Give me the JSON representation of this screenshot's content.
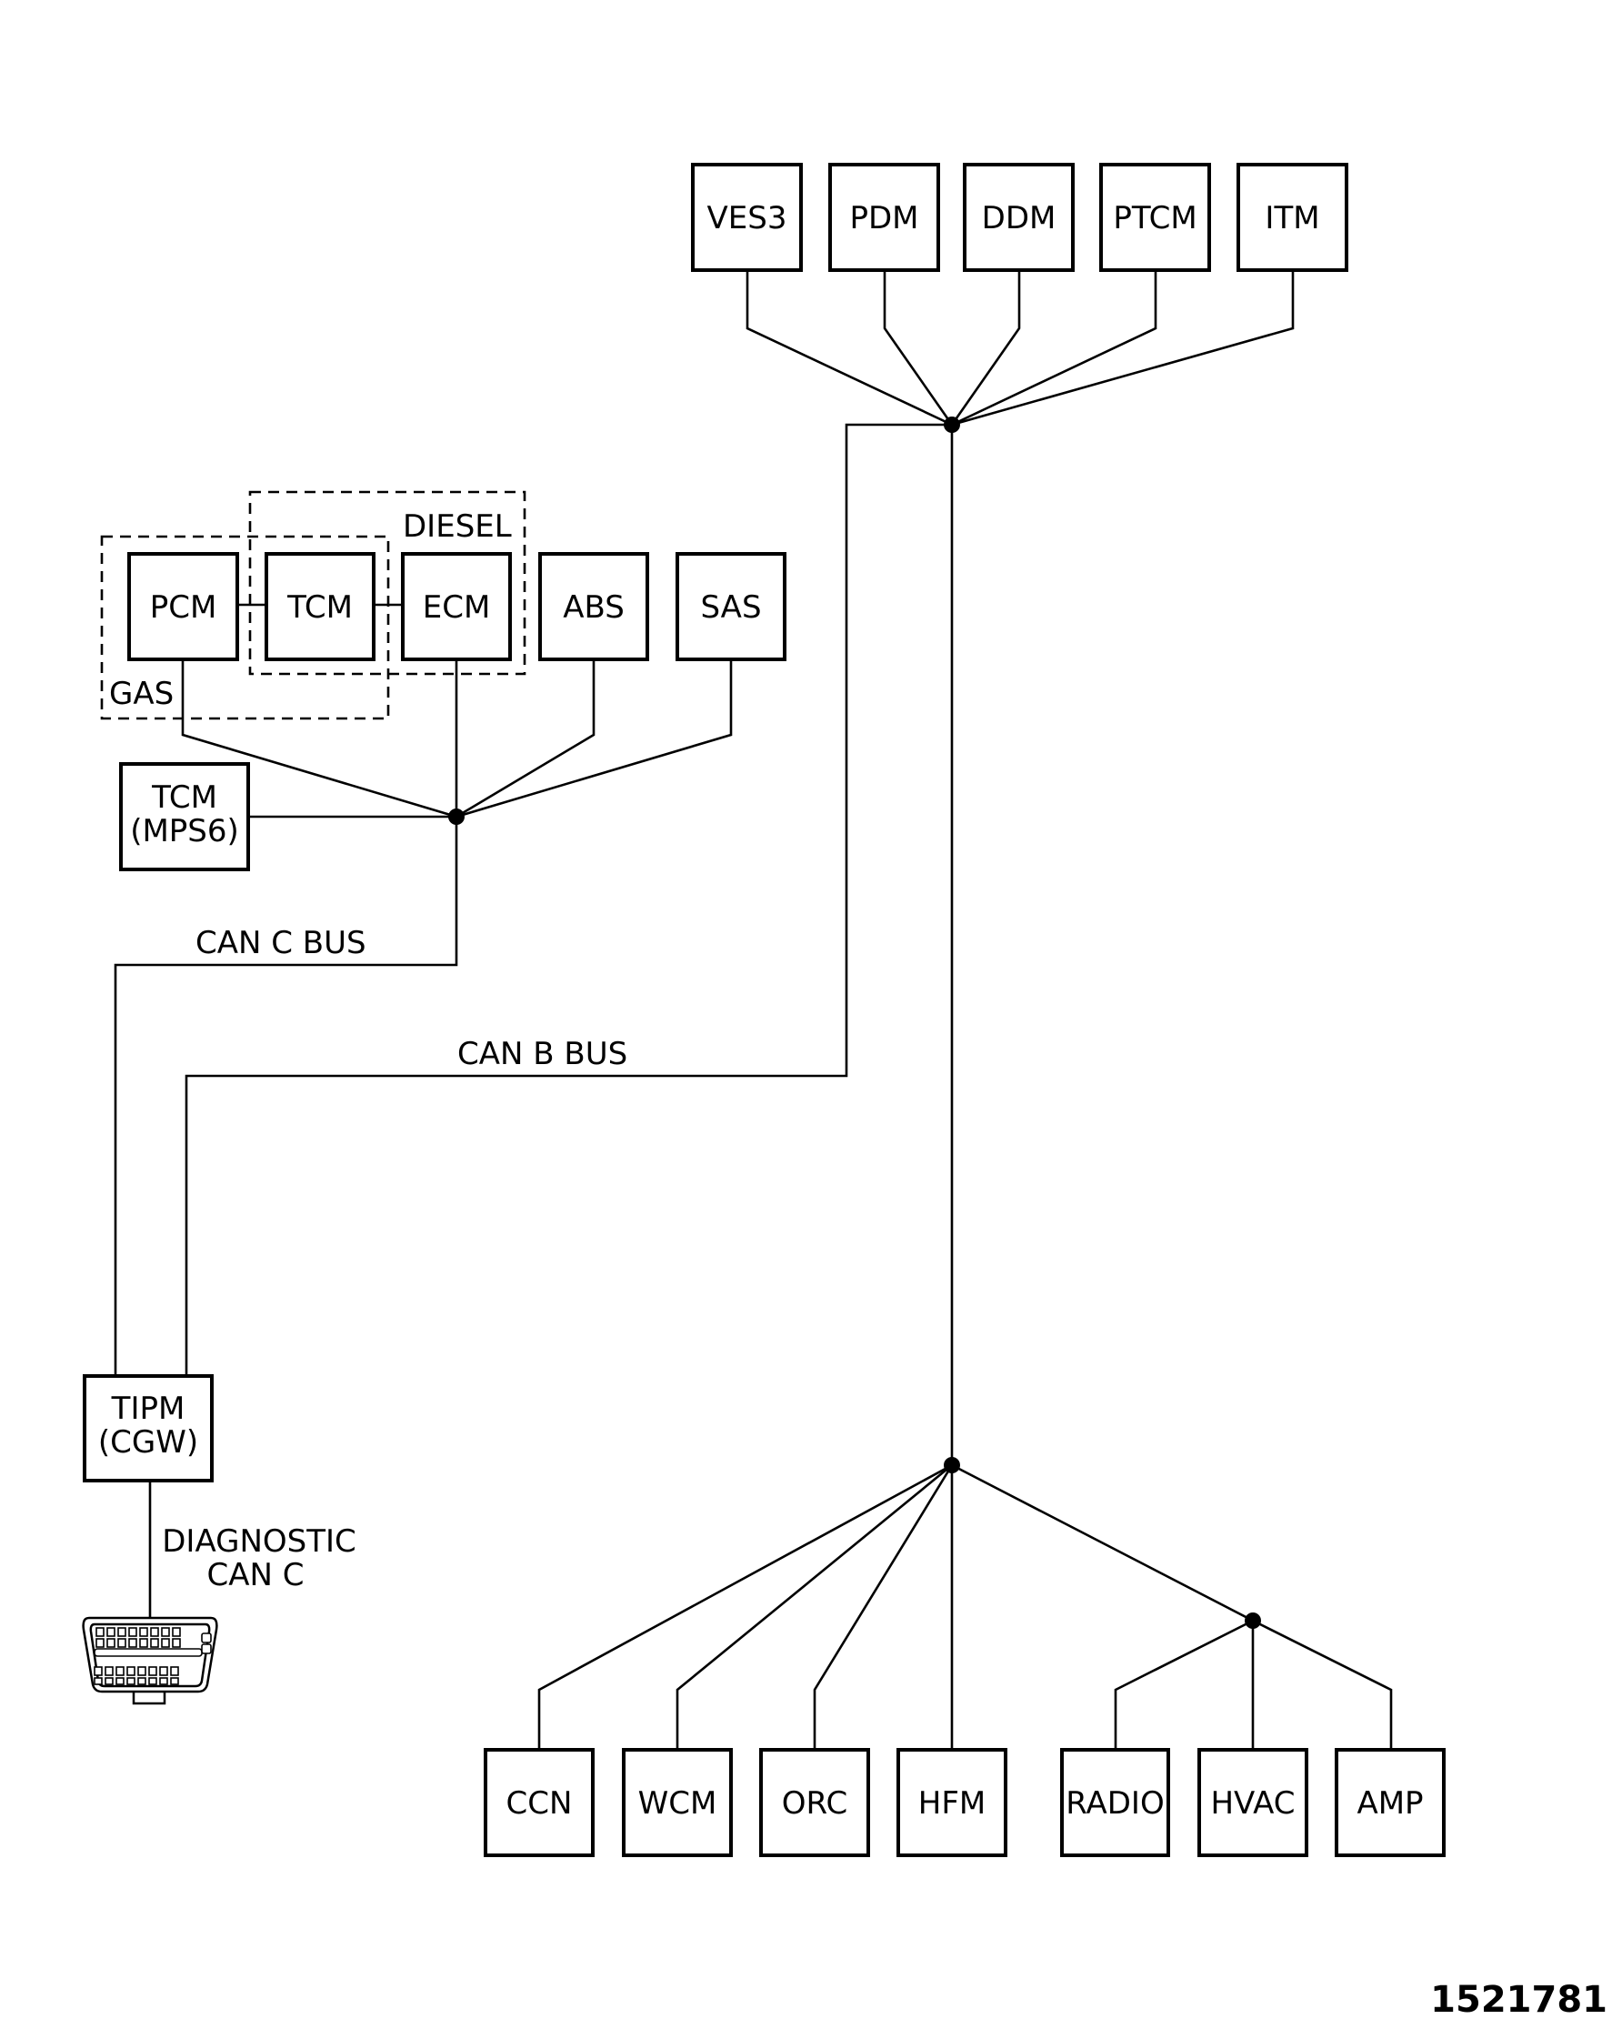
{
  "modules": {
    "ves3": "VES3",
    "pdm": "PDM",
    "ddm": "DDM",
    "ptcm": "PTCM",
    "itm": "ITM",
    "pcm": "PCM",
    "tcm": "TCM",
    "ecm": "ECM",
    "abs": "ABS",
    "sas": "SAS",
    "tcm_mps6_line1": "TCM",
    "tcm_mps6_line2": "(MPS6)",
    "tipm_line1": "TIPM",
    "tipm_line2": "(CGW)",
    "ccn": "CCN",
    "wcm": "WCM",
    "orc": "ORC",
    "hfm": "HFM",
    "radio": "RADIO",
    "hvac": "HVAC",
    "amp": "AMP"
  },
  "groups": {
    "diesel": "DIESEL",
    "gas": "GAS"
  },
  "buses": {
    "can_c": "CAN C BUS",
    "can_b": "CAN B BUS",
    "diagnostic_line1": "DIAGNOSTIC",
    "diagnostic_line2": "CAN C"
  },
  "figure_number": "1521781"
}
